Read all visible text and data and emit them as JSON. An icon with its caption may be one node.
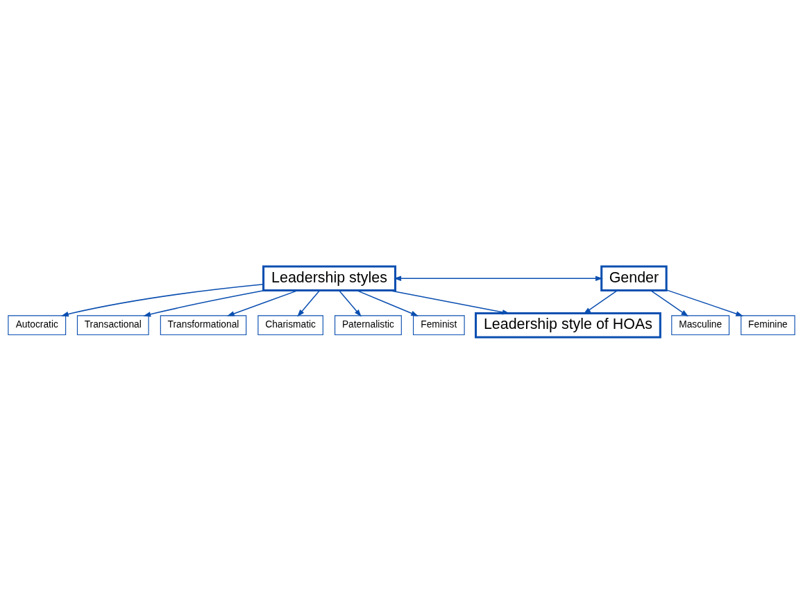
{
  "diagram": {
    "nodes": [
      {
        "text": [
          "Leadership styles"
        ]
      },
      {
        "text": [
          "Gender"
        ]
      },
      {
        "text": [
          "Autocratic"
        ]
      },
      {
        "text": [
          "Transactional"
        ]
      },
      {
        "text": [
          "Transformational"
        ]
      },
      {
        "text": [
          "Charismatic"
        ]
      },
      {
        "text": [
          "Paternalistic"
        ]
      },
      {
        "text": [
          "Feminist"
        ]
      },
      {
        "text": [
          "Masculine"
        ]
      },
      {
        "text": [
          "Feminine"
        ]
      },
      {
        "text": [
          "Leadership style of HOAs"
        ]
      }
    ],
    "edges": [
      {
        "from": 0,
        "to": 1,
        "arrow": "both"
      },
      {
        "from": 0,
        "to": 10,
        "arrow": "to"
      },
      {
        "from": 1,
        "to": 10,
        "arrow": "to"
      },
      {
        "from": 0,
        "to": 2,
        "arrow": "to"
      },
      {
        "from": 0,
        "to": 3,
        "arrow": "to"
      },
      {
        "from": 0,
        "to": 4,
        "arrow": "to"
      },
      {
        "from": 0,
        "to": 5,
        "arrow": "to"
      },
      {
        "from": 0,
        "to": 6,
        "arrow": "to"
      },
      {
        "from": 0,
        "to": 7,
        "arrow": "to"
      },
      {
        "from": 1,
        "to": 8,
        "arrow": "to"
      },
      {
        "from": 1,
        "to": 9,
        "arrow": "to"
      }
    ]
  }
}
